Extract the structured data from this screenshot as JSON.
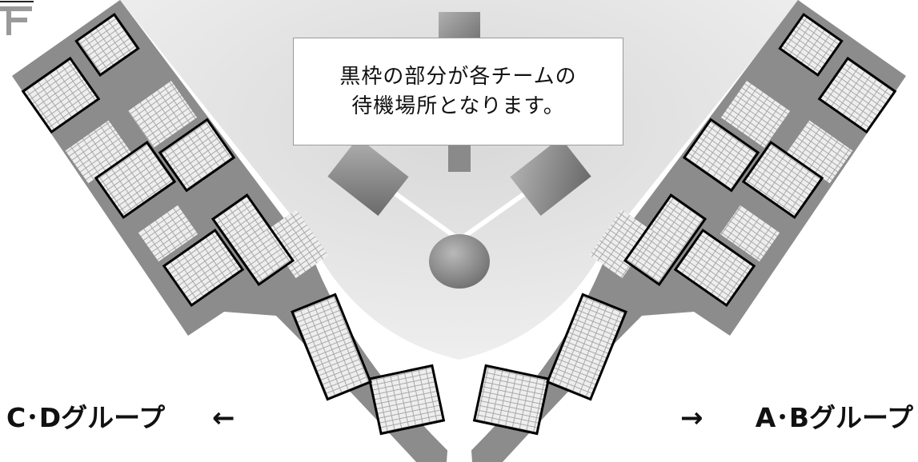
{
  "callout": {
    "lines": [
      "黒枠の部分が各チームの",
      "待機場所となります。"
    ]
  },
  "groups": {
    "left": {
      "label": "C･Dグループ",
      "arrow": "←"
    },
    "right": {
      "label": "A･Bグループ",
      "arrow": "→"
    }
  },
  "colors": {
    "stand": "#8c8c8c",
    "seat": "#ededed",
    "seat_line": "#b0b0b0",
    "highlight_border": "#000000",
    "infield": "#c8c8c8",
    "outfield": "#e6e6e6"
  },
  "icons": [
    "logo-icon"
  ]
}
